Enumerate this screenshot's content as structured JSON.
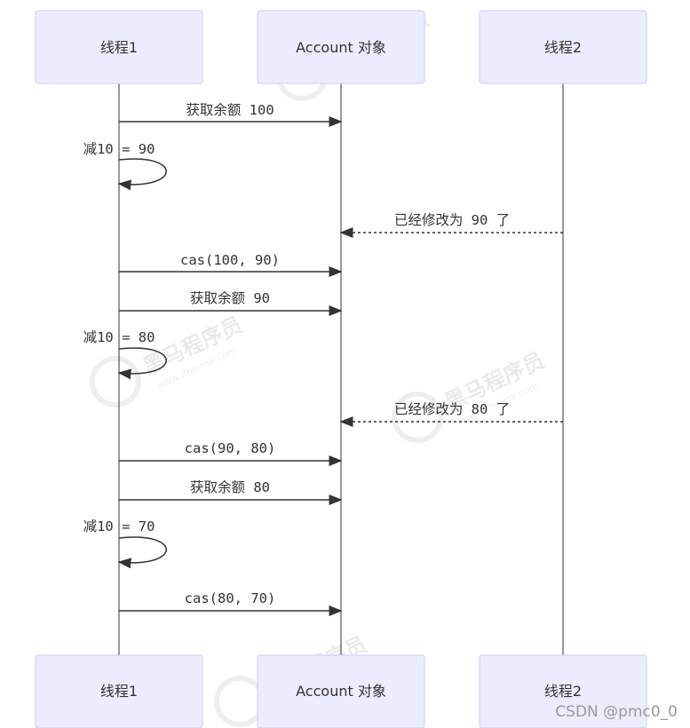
{
  "actors": [
    {
      "id": "t1",
      "label": "线程1"
    },
    {
      "id": "acc",
      "label": "Account 对象"
    },
    {
      "id": "t2",
      "label": "线程2"
    }
  ],
  "messages": [
    {
      "from": "t1",
      "to": "acc",
      "text": "获取余额 100",
      "style": "solid"
    },
    {
      "from": "t1",
      "to": "t1",
      "text": "减10 = 90",
      "style": "self"
    },
    {
      "from": "t2",
      "to": "acc",
      "text": "已经修改为 90 了",
      "style": "dashed"
    },
    {
      "from": "t1",
      "to": "acc",
      "text": "cas(100, 90)",
      "style": "solid"
    },
    {
      "from": "t1",
      "to": "acc",
      "text": "获取余额 90",
      "style": "solid"
    },
    {
      "from": "t1",
      "to": "t1",
      "text": "减10 = 80",
      "style": "self"
    },
    {
      "from": "t2",
      "to": "acc",
      "text": "已经修改为 80 了",
      "style": "dashed"
    },
    {
      "from": "t1",
      "to": "acc",
      "text": "cas(90, 80)",
      "style": "solid"
    },
    {
      "from": "t1",
      "to": "acc",
      "text": "获取余额 80",
      "style": "solid"
    },
    {
      "from": "t1",
      "to": "t1",
      "text": "减10 = 70",
      "style": "self"
    },
    {
      "from": "t1",
      "to": "acc",
      "text": "cas(80, 70)",
      "style": "solid"
    }
  ],
  "watermark": {
    "main": "黑马程序员",
    "sub": "www.itheima.com"
  },
  "credit": "CSDN @pmc0_0",
  "colors": {
    "actor_fill": "#ECECFF",
    "actor_stroke": "#ccccff",
    "line": "#333333"
  }
}
